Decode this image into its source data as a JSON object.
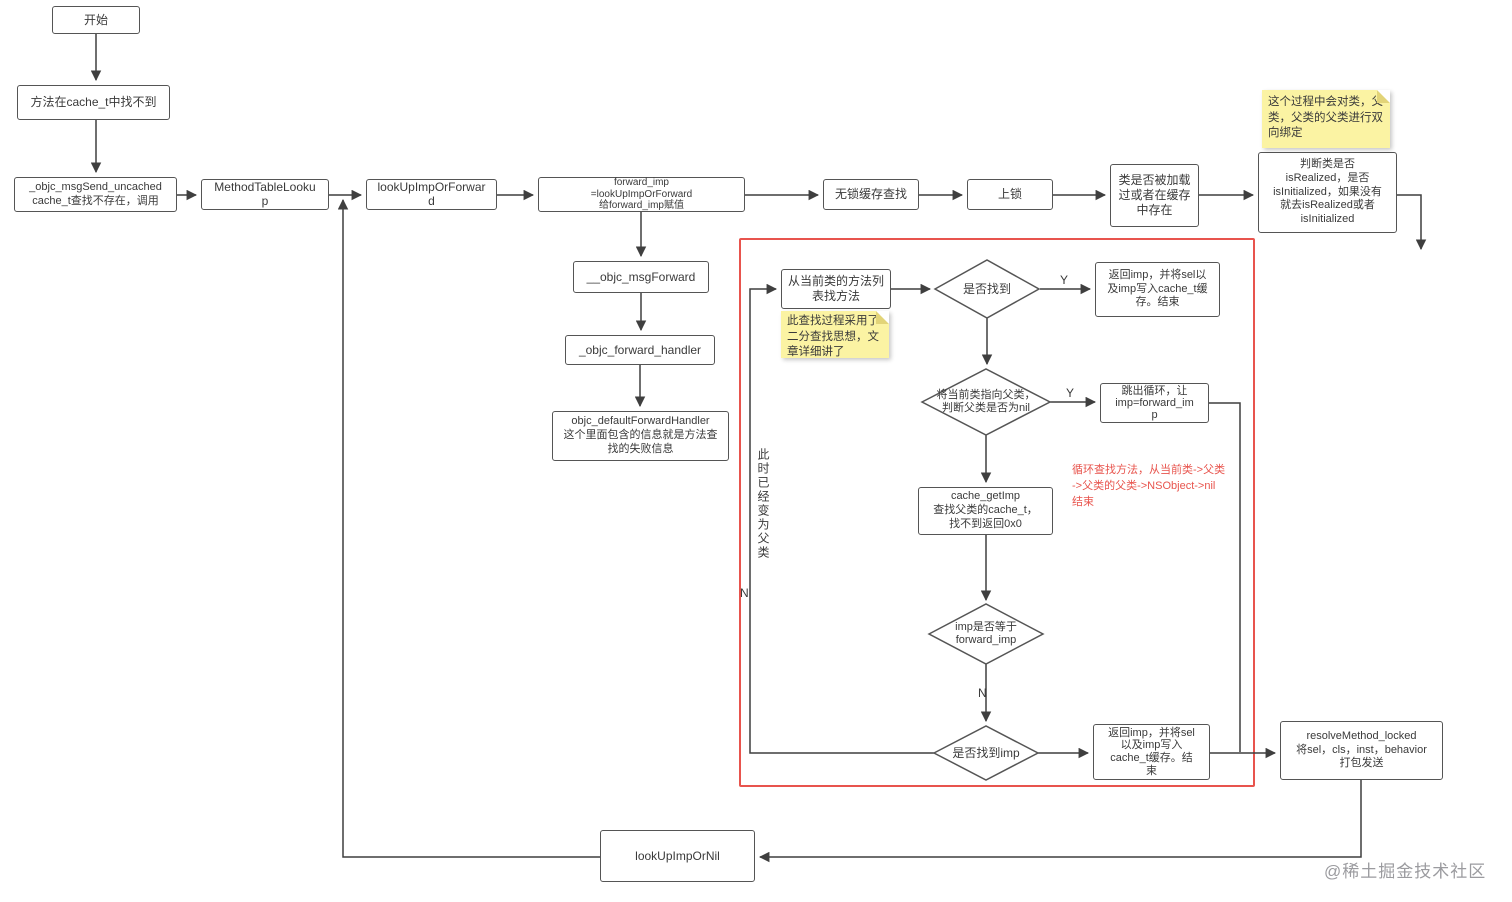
{
  "nodes": {
    "start": {
      "text": "开始"
    },
    "cache_not_found": {
      "text": "方法在cache_t中找不到"
    },
    "msgsend_uncached": {
      "text": "_objc_msgSend_uncached\ncache_t查找不存在，调用"
    },
    "method_table_lookup": {
      "text": "MethodTableLooku\np"
    },
    "lookup_imp_or_forward": {
      "text": "lookUpImpOrForwar\nd"
    },
    "forward_imp_assign": {
      "text": "forward_imp\n=lookUpImpOrForward\n给forward_imp赋值"
    },
    "lockless_cache_lookup": {
      "text": "无锁缓存查找"
    },
    "lock": {
      "text": "上锁"
    },
    "class_loaded_check": {
      "text": "类是否被加载\n过或者在缓存\n中存在"
    },
    "judge_realized": {
      "text": "判断类是否\nisRealized，是否\nisInitialized，如果没有\n就去isRealized或者\nisInitialized"
    },
    "note_binding": {
      "text": "这个过程中会对类，父\n类，父类的父类进行双\n向绑定"
    },
    "objc_msgforward": {
      "text": "__objc_msgForward"
    },
    "objc_forward_handler": {
      "text": "_objc_forward_handler"
    },
    "default_forward_handler": {
      "text": "objc_defaultForwardHandler\n这个里面包含的信息就是方法查\n找的失败信息"
    },
    "method_list_search": {
      "text": "从当前类的方法列\n表找方法"
    },
    "note_binary_search": {
      "text": "此查找过程采用了\n二分查找思想，文\n章详细讲了"
    },
    "found_check": {
      "text": "是否找到"
    },
    "return_imp_1": {
      "text": "返回imp，并将sel以\n及imp写入cache_t缓\n存。结束"
    },
    "point_to_superclass": {
      "text": "将当前类指向父类，\n判断父类是否为nil"
    },
    "break_loop": {
      "text": "跳出循环，让\nimp=forward_im\np"
    },
    "cache_get_imp": {
      "text": "cache_getImp\n查找父类的cache_t，\n找不到返回0x0"
    },
    "loop_note": {
      "text": "循环查找方法，从当前类->父类\n->父类的父类->NSObject->nil\n结束"
    },
    "imp_equals_forward": {
      "text": "imp是否等于\nforward_imp"
    },
    "found_imp_check": {
      "text": "是否找到imp"
    },
    "return_imp_2": {
      "text": "返回imp，并将sel\n以及imp写入\ncache_t缓存。结\n束"
    },
    "resolve_method_locked": {
      "text": "resolveMethod_locked\n将sel，cls，inst，behavior\n打包发送"
    },
    "lookup_imp_or_nil": {
      "text": "lookUpImpOrNil"
    },
    "now_superclass": {
      "text": "此时已经变为父类"
    }
  },
  "labels": {
    "found_yes": "Y",
    "superclass_yes": "Y",
    "imp_equal_no": "N",
    "loop_no": "N"
  },
  "watermark": "@稀土掘金技术社区",
  "colors": {
    "red_accent": "#e8544d",
    "note_yellow": "#fbf3a3",
    "line": "#3f3f3f"
  }
}
